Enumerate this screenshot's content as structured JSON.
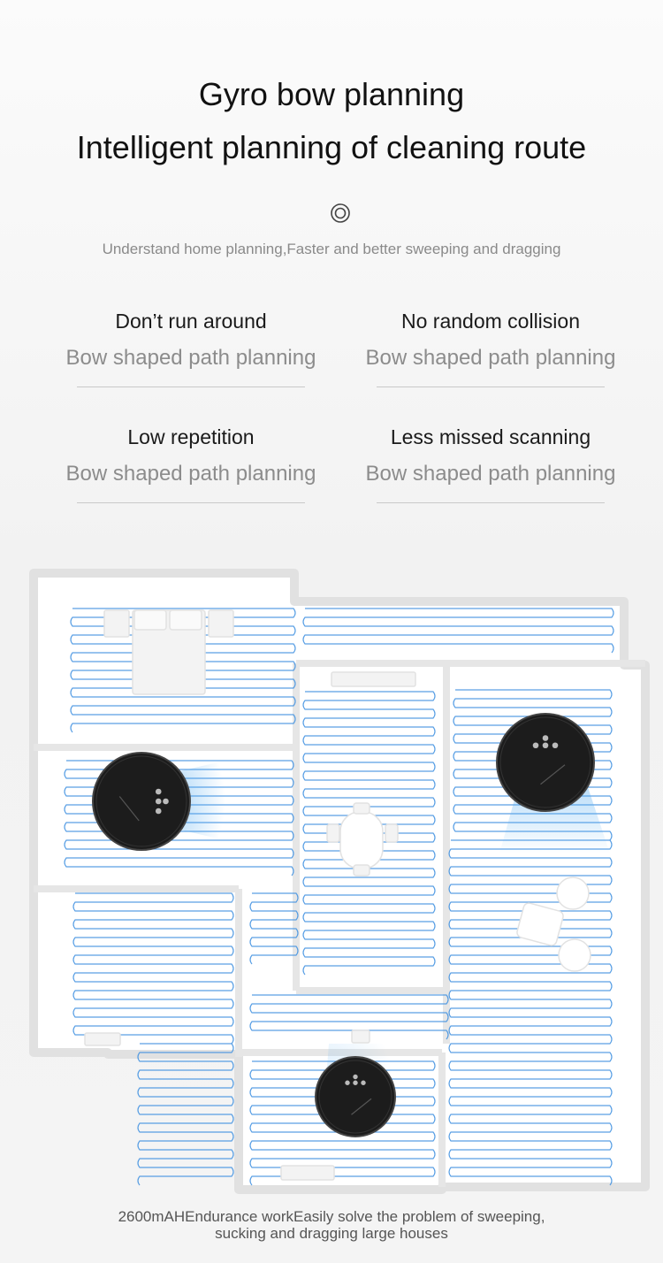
{
  "header": {
    "title_line1": "Gyro bow planning",
    "title_line2": "Intelligent planning of cleaning route",
    "icon": "target-icon",
    "subtitle": "Understand home planning,Faster and better sweeping and dragging"
  },
  "features": [
    {
      "title": "Don’t run around",
      "desc": "Bow shaped path planning"
    },
    {
      "title": "No random collision",
      "desc": "Bow shaped path planning"
    },
    {
      "title": "Low repetition",
      "desc": "Bow shaped path planning"
    },
    {
      "title": "Less missed scanning",
      "desc": "Bow shaped path planning"
    }
  ],
  "floorplan": {
    "path_color": "#3d8fe0",
    "robot_color": "#1c1c1c",
    "sensor_color": "#6fb7f0"
  },
  "footer": {
    "line1": "2600mAHEndurance workEasily solve the problem of sweeping,",
    "line2": "sucking and dragging large houses"
  }
}
